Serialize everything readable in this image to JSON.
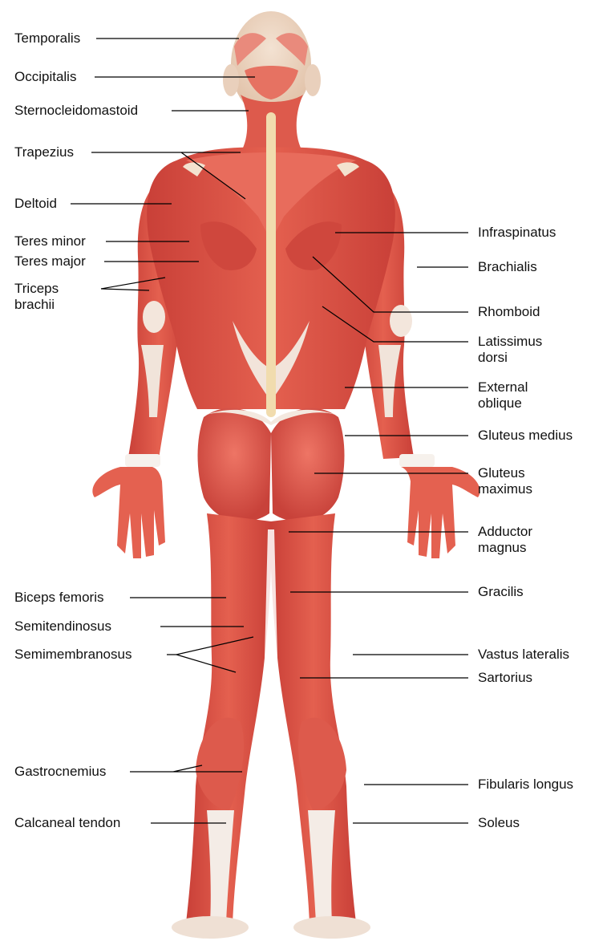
{
  "colors": {
    "muscle": "#e0554a",
    "muscle_dark": "#b8322b",
    "muscle_light": "#ef8a7c",
    "tendon": "#f4ece6",
    "skin_tone": "#e8cdb5",
    "spine": "#f1dcae",
    "leader_line": "#000000"
  },
  "labels": {
    "temporalis": "Temporalis",
    "occipitalis": "Occipitalis",
    "sternocleidomastoid": "Sternocleidomastoid",
    "trapezius": "Trapezius",
    "deltoid": "Deltoid",
    "teres_minor": "Teres minor",
    "teres_major": "Teres major",
    "triceps_1": "Triceps",
    "triceps_2": "brachii",
    "biceps_femoris": "Biceps femoris",
    "semitendinosus": "Semitendinosus",
    "semimembranosus": "Semimembranosus",
    "gastrocnemius": "Gastrocnemius",
    "calcaneal_tendon": "Calcaneal tendon",
    "infraspinatus": "Infraspinatus",
    "brachialis": "Brachialis",
    "rhomboid": "Rhomboid",
    "latissimus_1": "Latissimus",
    "latissimus_2": "dorsi",
    "external_oblique_1": "External",
    "external_oblique_2": "oblique",
    "gluteus_medius": "Gluteus medius",
    "gluteus_maximus_1": "Gluteus",
    "gluteus_maximus_2": "maximus",
    "adductor_magnus_1": "Adductor",
    "adductor_magnus_2": "magnus",
    "gracilis": "Gracilis",
    "vastus_lateralis": "Vastus lateralis",
    "sartorius": "Sartorius",
    "fibularis_longus": "Fibularis longus",
    "soleus": "Soleus"
  }
}
